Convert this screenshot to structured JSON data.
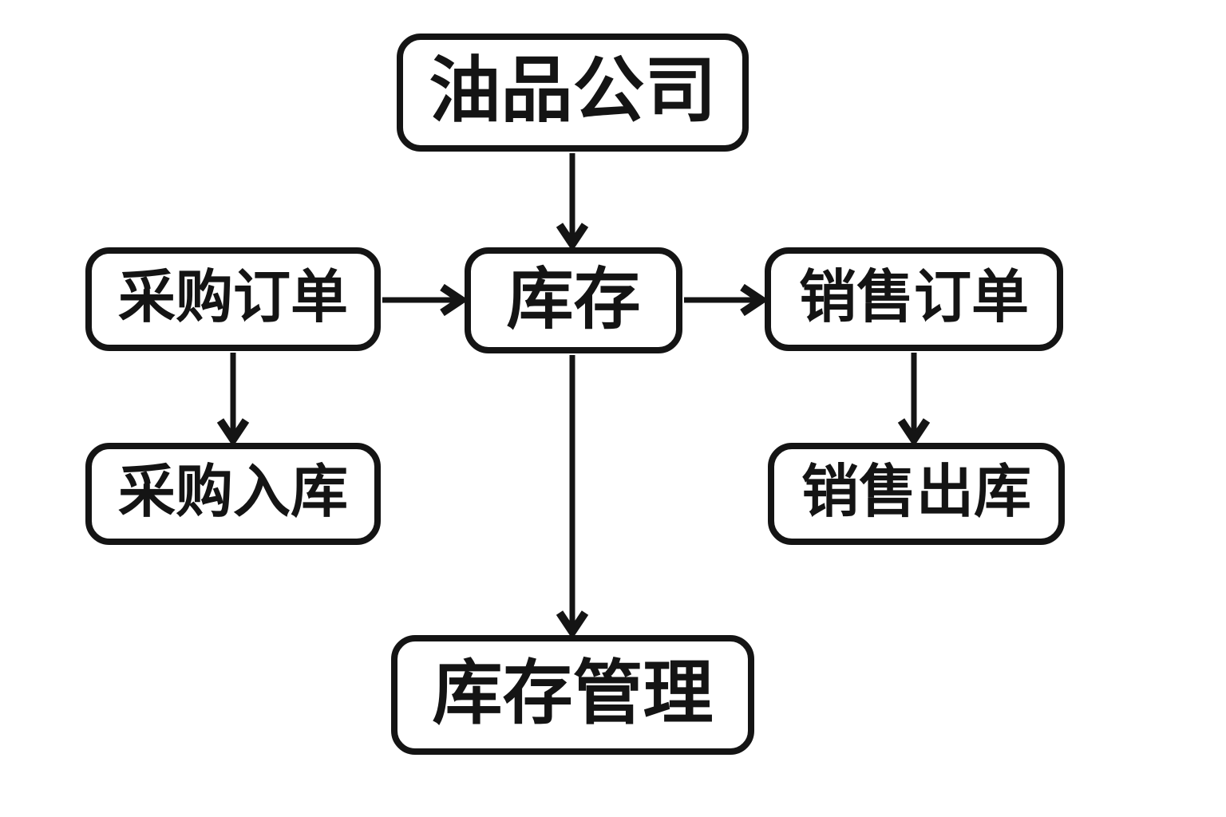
{
  "diagram": {
    "type": "flowchart",
    "colors": {
      "background": "#ffffff",
      "stroke": "#141414",
      "text": "#141414"
    },
    "nodes": [
      {
        "id": "company",
        "label": "油品公司"
      },
      {
        "id": "purchase-order",
        "label": "采购订单"
      },
      {
        "id": "inventory",
        "label": "库存"
      },
      {
        "id": "sales-order",
        "label": "销售订单"
      },
      {
        "id": "purchase-inbound",
        "label": "采购入库"
      },
      {
        "id": "sales-outbound",
        "label": "销售出库"
      },
      {
        "id": "inventory-management",
        "label": "库存管理"
      }
    ],
    "edges": [
      {
        "from": "油品公司",
        "to": "库存"
      },
      {
        "from": "采购订单",
        "to": "库存"
      },
      {
        "from": "库存",
        "to": "销售订单"
      },
      {
        "from": "采购订单",
        "to": "采购入库"
      },
      {
        "from": "销售订单",
        "to": "销售出库"
      },
      {
        "from": "库存",
        "to": "库存管理"
      }
    ]
  }
}
